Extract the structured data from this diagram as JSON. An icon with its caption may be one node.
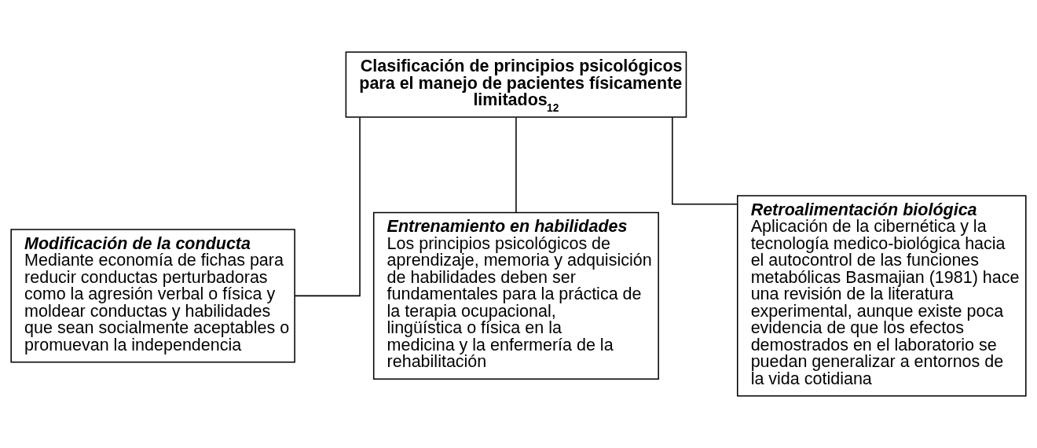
{
  "diagram": {
    "nodes": [
      {
        "text": [
          "Clasificación de principios psicológicos para el manejo de pacientes físicamente limitados$_{12}$"
        ]
      },
      {
        "text": [
          "Modificación de la conducta",
          "Mediante economía de fichas para reducir conductas perturbadoras como la agresión verbal o física y moldear conductas y habilidades que sean socialmente aceptables o promuevan la independencia"
        ]
      },
      {
        "text": [
          "Entrenamiento en habilidades",
          "Los principios psicológicos de aprendizaje, memoria y adquisición de habilidades deben ser fundamentales para la práctica de la terapia ocupacional, lingüística o física en la medicina y la enfermería de la rehabilitación"
        ]
      },
      {
        "text": [
          "Retroalimentación biológica",
          "Aplicación de la cibernética y la tecnología medico-biológica hacia el autocontrol de las funciones metabólicas Basmajian (1981) hace una revisión de la literatura experimental, aunque existe poca evidencia de que los efectos demostrados en el laboratorio se puedan generalizar a entornos de la vida cotidiana"
        ]
      }
    ],
    "edges": [
      {
        "from": 0,
        "to": 1,
        "arrow": "none"
      },
      {
        "from": 0,
        "to": 2,
        "arrow": "none"
      },
      {
        "from": 0,
        "to": 3,
        "arrow": "none"
      }
    ]
  }
}
